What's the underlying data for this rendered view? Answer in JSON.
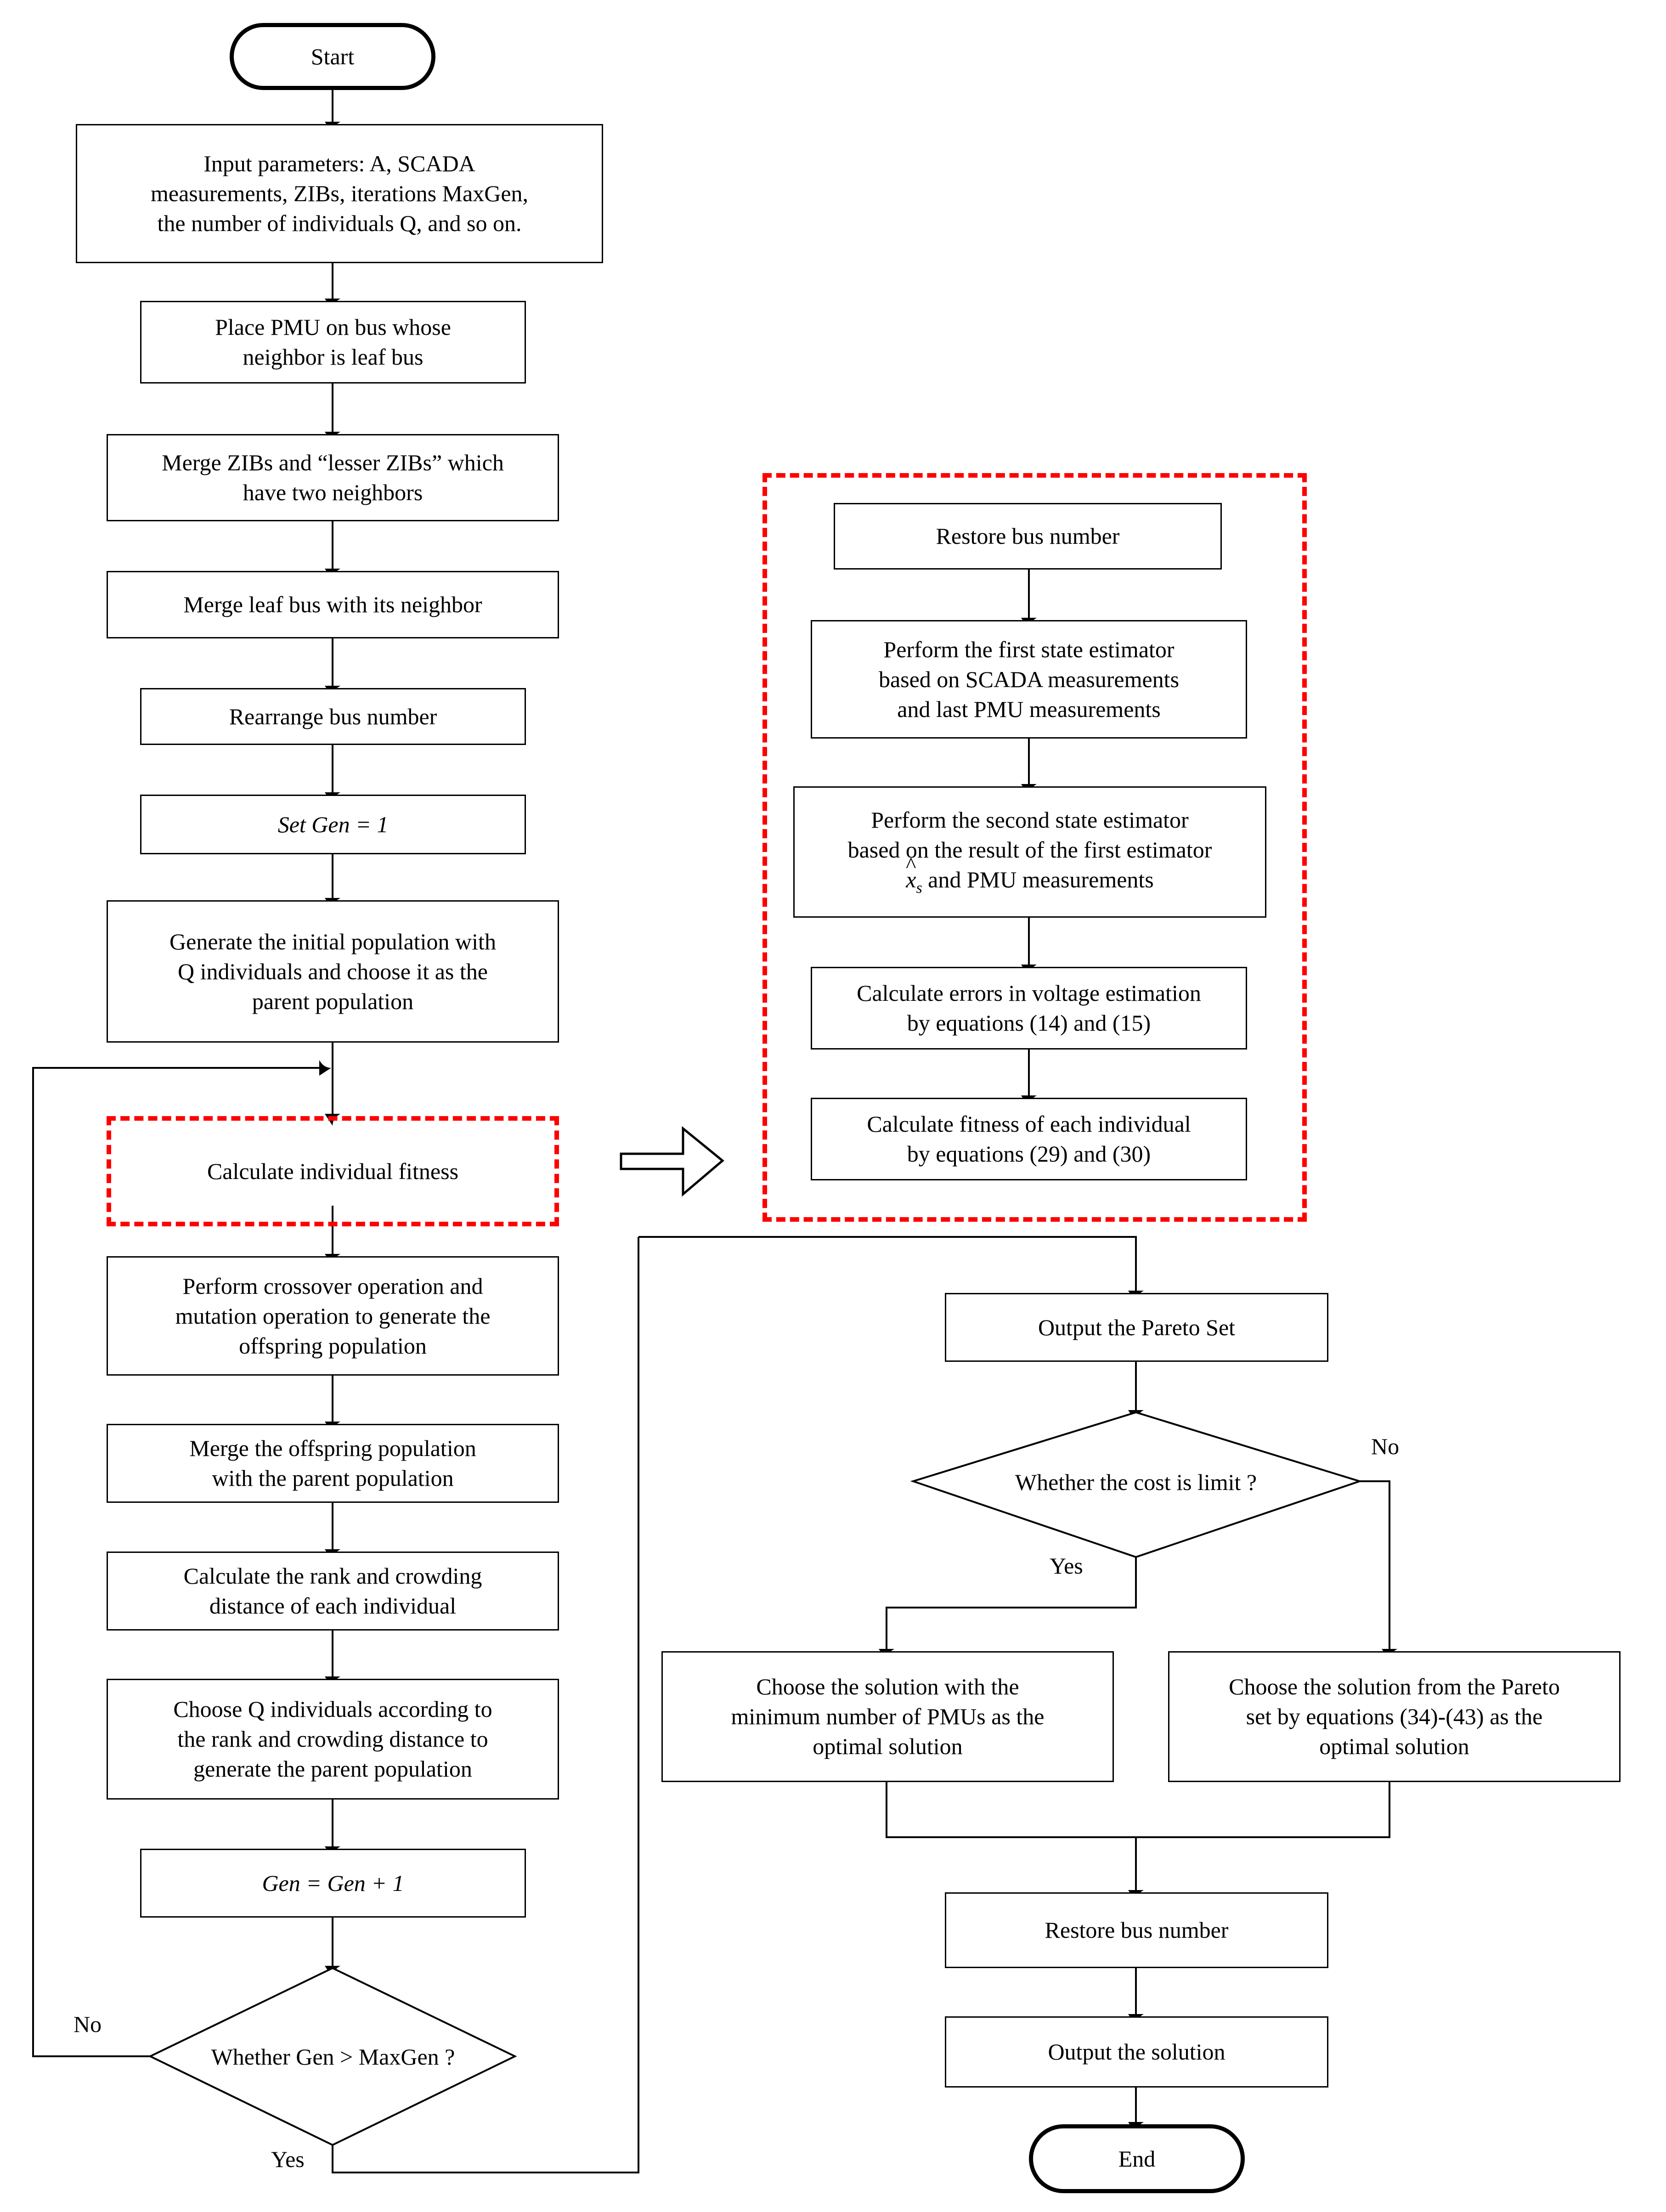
{
  "diagram": {
    "title": "PMU placement and state estimation flowchart",
    "colors": {
      "line": "#000000",
      "dashed_group": "#ff0000",
      "background": "#ffffff"
    }
  },
  "left_column": {
    "start": "Start",
    "input_parameters_line1": "Input parameters: A, SCADA",
    "input_parameters_line2": "measurements,  ZIBs, iterations MaxGen,",
    "input_parameters_line3": "the number of individuals Q, and so on.",
    "place_pmu_line1": "Place PMU on bus whose",
    "place_pmu_line2": "neighbor is leaf bus",
    "merge_zibs_line1": "Merge ZIBs and “lesser ZIBs” which",
    "merge_zibs_line2": "have two neighbors",
    "merge_leaf": "Merge  leaf bus with its neighbor",
    "rearrange": "Rearrange bus number",
    "set_gen": "Set Gen = 1",
    "generate_pop_line1": "Generate the initial population with",
    "generate_pop_line2": "Q individuals and choose it as the",
    "generate_pop_line3": "parent population",
    "calculate_fitness": "Calculate individual fitness",
    "crossover_line1": "Perform crossover operation and",
    "crossover_line2": "mutation operation to generate the",
    "crossover_line3": "offspring population",
    "merge_offspring_line1": "Merge the offspring population",
    "merge_offspring_line2": "with the parent population",
    "rank_crowding_line1": "Calculate the rank and crowding",
    "rank_crowding_line2": "distance of each individual",
    "choose_q_line1": "Choose Q  individuals according to",
    "choose_q_line2": "the rank and crowding distance to",
    "choose_q_line3": "generate the parent population",
    "gen_increment": "Gen = Gen + 1",
    "maxgen_decision": "Whether Gen > MaxGen ?",
    "maxgen_no_label": "No",
    "maxgen_yes_label": "Yes"
  },
  "right_column": {
    "restore_bus_top": "Restore  bus  number",
    "first_estimator_line1": "Perform the first state estimator",
    "first_estimator_line2": "based on SCADA measurements",
    "first_estimator_line3": "and last PMU measurements",
    "second_estimator_line1": "Perform the second state estimator",
    "second_estimator_line2": "based on the result of the first estimator",
    "second_estimator_line3_prefix": "x",
    "second_estimator_line3_sub": "s",
    "second_estimator_line3_suffix": " and PMU measurements",
    "errors_line1": "Calculate errors  in voltage estimation",
    "errors_line2": "by equations (14) and (15)",
    "fitness_line1": "Calculate fitness of each individual",
    "fitness_line2": "by equations (29) and (30)",
    "output_pareto": "Output the Pareto Set",
    "cost_decision": "Whether the cost is limit ?",
    "cost_no_label": "No",
    "cost_yes_label": "Yes",
    "choose_min_line1": "Choose the solution with the",
    "choose_min_line2": "minimum number of PMUs as the",
    "choose_min_line3": "optimal solution",
    "choose_pareto_line1": "Choose the solution from the Pareto",
    "choose_pareto_line2": "set by equations (34)-(43) as the",
    "choose_pareto_line3": "optimal solution",
    "restore_bus_bottom": "Restore  bus  number",
    "output_solution": "Output the solution",
    "end": "End"
  }
}
